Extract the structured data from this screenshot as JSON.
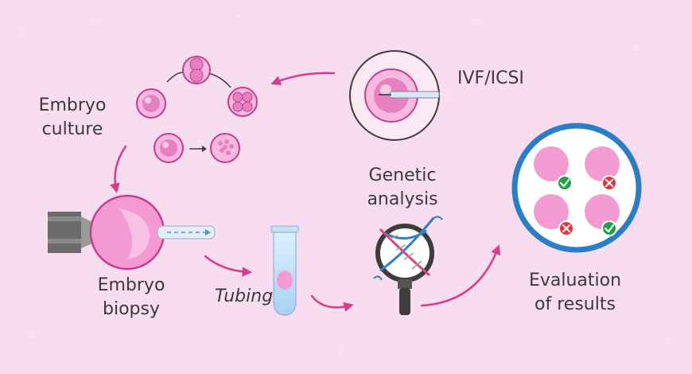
{
  "labels": {
    "ivf": "IVF/ICSI",
    "embryo_culture": [
      "Embryo",
      "culture"
    ],
    "genetic_analysis": [
      "Genetic",
      "analysis"
    ],
    "embryo_biopsy": [
      "Embryo",
      "biopsy"
    ],
    "tubing": "Tubing",
    "evaluation": [
      "Evaluation",
      "of results"
    ]
  },
  "evaluation_results": [
    {
      "position": "top-left",
      "status": "pass"
    },
    {
      "position": "top-right",
      "status": "fail"
    },
    {
      "position": "bottom-left",
      "status": "fail"
    },
    {
      "position": "bottom-right",
      "status": "pass"
    }
  ],
  "colors": {
    "background": "#f8dcef",
    "arrow": "#d63d8e",
    "cell": "#f39bd2",
    "cell_outline": "#c73c8f",
    "pass": "#21a04a",
    "fail": "#e5323b",
    "plate_ring": "#2a7fc4",
    "dna_blue": "#2f7ec6",
    "dna_pink": "#e0437a"
  },
  "icons": [
    "fertilization-dish-icon",
    "cell-division-icon",
    "biopsy-pipette-icon",
    "test-tube-icon",
    "magnifier-dna-icon",
    "results-plate-icon",
    "check-icon",
    "cross-icon"
  ]
}
